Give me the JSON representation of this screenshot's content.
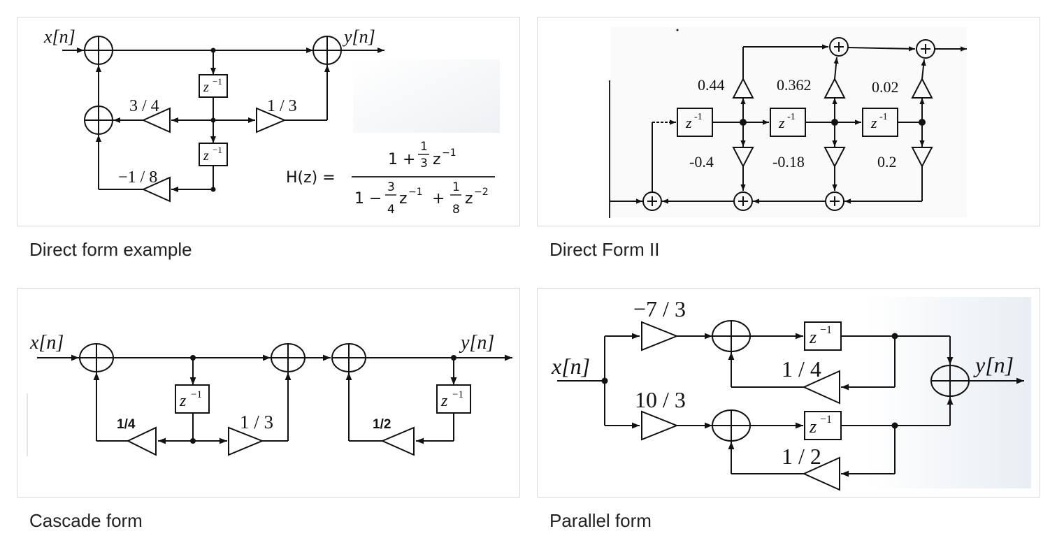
{
  "cards": [
    {
      "caption": "Direct form example",
      "x_label": "x[n]",
      "y_label": "y[n]",
      "delay": "z",
      "delay_exp": "−1",
      "gain_a": "3 / 4",
      "gain_b": "1 / 3",
      "gain_c": "−1 / 8",
      "h_lhs": "H(z) =",
      "num_one": "1 +",
      "num_frac_n": "1",
      "num_frac_d": "3",
      "num_z": "z",
      "num_exp": "−1",
      "den_one": "1 −",
      "den_frac1_n": "3",
      "den_frac1_d": "4",
      "den_z1": "z",
      "den_exp1": "−1",
      "den_plus": "+",
      "den_frac2_n": "1",
      "den_frac2_d": "8",
      "den_z2": "z",
      "den_exp2": "−2"
    },
    {
      "caption": "Direct Form II",
      "delay": "z",
      "delay_exp": "-1",
      "g_top": [
        "0.44",
        "0.362",
        "0.02"
      ],
      "g_bot": [
        "-0.4",
        "-0.18",
        "0.2"
      ]
    },
    {
      "caption": "Cascade form",
      "x_label": "x[n]",
      "y_label": "y[n]",
      "delay": "z",
      "delay_exp": "−1",
      "gain_a": "1/4",
      "gain_b": "1 / 3",
      "gain_c": "1/2"
    },
    {
      "caption": "Parallel form",
      "x_label": "x[n]",
      "y_label": "y[n]",
      "delay": "z",
      "delay_exp": "−1",
      "gain_top": "−7 / 3",
      "gain_bot": "10 / 3",
      "fb_top": "1 / 4",
      "fb_bot": "1 / 2"
    }
  ]
}
